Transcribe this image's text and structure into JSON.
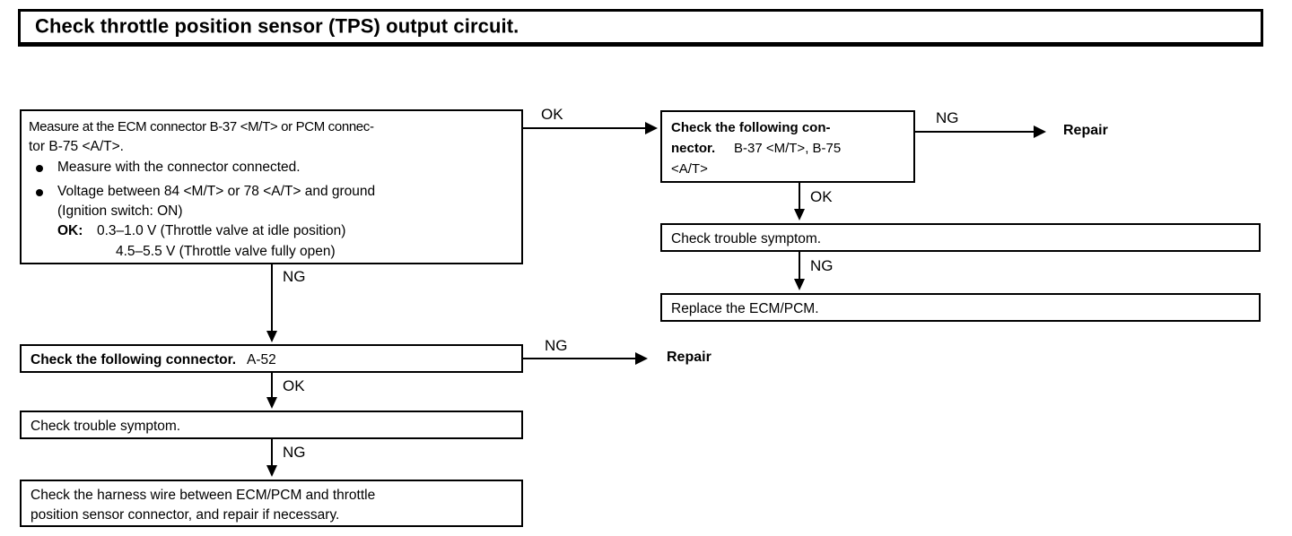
{
  "title": {
    "text": "Check throttle position sensor (TPS) output circuit."
  },
  "boxes": {
    "measure": {
      "name": "measure-box",
      "line1": "Measure at the ECM connector B-37 <M/T> or PCM connec-",
      "line2": "tor B-75 <A/T>.",
      "bullet1": "Measure with the connector connected.",
      "bullet2": "Voltage between 84 <M/T> or 78 <A/T> and ground",
      "line3": "(Ignition switch: ON)",
      "ok_label": "OK:",
      "ok_value1": "0.3–1.0 V (Throttle valve at idle position)",
      "ok_value2": "4.5–5.5 V (Throttle valve fully open)"
    },
    "connector_right": {
      "name": "check-connector-right-box",
      "bold1": "Check the following con-",
      "bold2": "nector.",
      "value2": "B-37  <M/T>,  B-75",
      "value3": "<A/T>"
    },
    "trouble_right": {
      "name": "check-trouble-symptom-right-box",
      "text": "Check trouble symptom."
    },
    "replace": {
      "name": "replace-ecm-pcm-box",
      "text": "Replace the ECM/PCM."
    },
    "connector_left": {
      "name": "check-connector-left-box",
      "bold": "Check the following connector.",
      "value": "A-52"
    },
    "trouble_left": {
      "name": "check-trouble-symptom-left-box",
      "text": "Check trouble symptom."
    },
    "harness": {
      "name": "check-harness-wire-box",
      "line1": "Check the harness wire between ECM/PCM and throttle",
      "line2": "position sensor connector, and repair if necessary."
    }
  },
  "edges": {
    "measure_to_connector_right": "OK",
    "connector_right_to_repair": "NG",
    "connector_right_to_trouble": "OK",
    "trouble_right_to_replace": "NG",
    "measure_to_connector_left": "NG",
    "connector_left_to_repair": "NG",
    "connector_left_to_trouble": "OK",
    "trouble_left_to_harness": "NG"
  },
  "terminals": {
    "repair_top": "Repair",
    "repair_bottom": "Repair"
  },
  "colors": {
    "ink": "#000000",
    "paper": "#ffffff"
  }
}
